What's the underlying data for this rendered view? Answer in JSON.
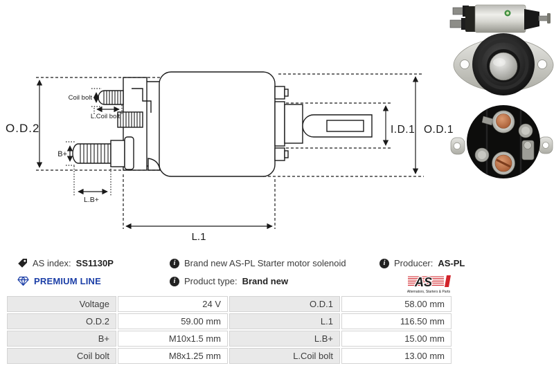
{
  "diagram": {
    "labels": {
      "od2": "O.D.2",
      "coil_bolt": "Coil bolt",
      "l_coil_bolt": "L.Coil bolt",
      "b_plus": "B+",
      "l_b_plus": "L.B+",
      "l1": "L.1",
      "id1": "I.D.1",
      "od1": "O.D.1"
    }
  },
  "info": {
    "as_index_label": "AS index:",
    "as_index_value": "SS1130P",
    "premium_line_label": "PREMIUM LINE",
    "premium_line_color": "#1c3fa7",
    "description": "Brand new AS-PL Starter motor solenoid",
    "product_type_label": "Product type:",
    "product_type_value": "Brand new",
    "producer_label": "Producer:",
    "producer_value": "AS-PL"
  },
  "icons": {
    "info_glyph": "i"
  },
  "brand": {
    "logo_text": "AS",
    "logo_tagline": "Alternators, Starters & Parts",
    "logo_color": "#d2232a"
  },
  "spec_table": {
    "rows": [
      [
        "Voltage",
        "24 V",
        "O.D.1",
        "58.00 mm"
      ],
      [
        "O.D.2",
        "59.00 mm",
        "L.1",
        "116.50 mm"
      ],
      [
        "B+",
        "M10x1.5 mm",
        "L.B+",
        "15.00 mm"
      ],
      [
        "Coil bolt",
        "M8x1.25 mm",
        "L.Coil bolt",
        "13.00 mm"
      ]
    ]
  }
}
